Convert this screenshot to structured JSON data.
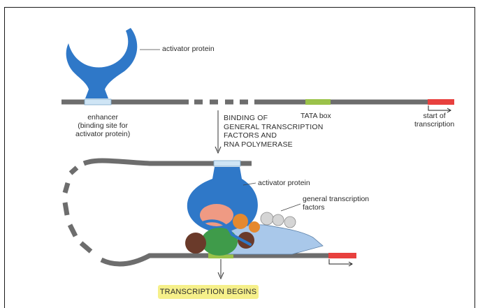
{
  "labels": {
    "activator_top": "activator protein",
    "enhancer": "enhancer\n(binding site for\nactivator protein)",
    "binding": "BINDING OF\nGENERAL TRANSCRIPTION\nFACTORS AND\nRNA POLYMERASE",
    "tata": "TATA box",
    "start": "start of\ntranscription",
    "activator_bottom": "activator protein",
    "general": "general transcription\nfactors",
    "begins": "TRANSCRIPTION BEGINS"
  },
  "colors": {
    "dna": "#6d6d6d",
    "activator": "#2f78c8",
    "enhancer_site": "#cfe5f5",
    "tata": "#9bc24a",
    "start": "#e8403e",
    "polymerase": "#a9c8ea",
    "factor_orange": "#e5892f",
    "factor_grey": "#d5d5d5",
    "factor_salmon": "#ef9a83",
    "factor_green": "#3f9b4a",
    "factor_brown": "#6a3a2a",
    "highlight": "#f6f08a"
  }
}
